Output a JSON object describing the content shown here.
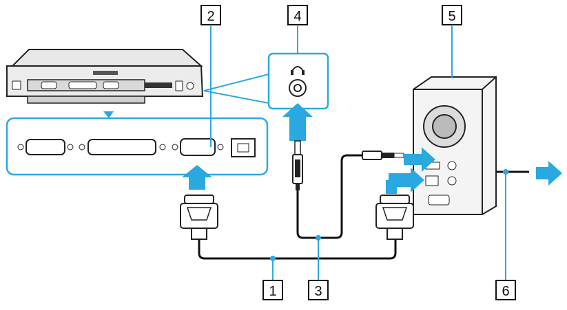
{
  "callouts": [
    {
      "id": "callout-1",
      "text": "1"
    },
    {
      "id": "callout-2",
      "text": "2"
    },
    {
      "id": "callout-3",
      "text": "3"
    },
    {
      "id": "callout-4",
      "text": "4"
    },
    {
      "id": "callout-5",
      "text": "5"
    },
    {
      "id": "callout-6",
      "text": "6"
    }
  ],
  "colors": {
    "accent_blue": "#2aa9e0",
    "cable_black": "#111111",
    "device_gray": "#dcdcdc",
    "device_dark": "#444444",
    "outline": "#222222",
    "box_fill": "#ffffff"
  },
  "icons": [
    "laptop-icon",
    "vga-port-icon",
    "serial-port-icon",
    "parallel-port-icon",
    "modem-port-icon",
    "headphone-jack-icon",
    "speaker-icon",
    "vga-connector-icon",
    "audio-plug-icon",
    "arrow-icon"
  ]
}
